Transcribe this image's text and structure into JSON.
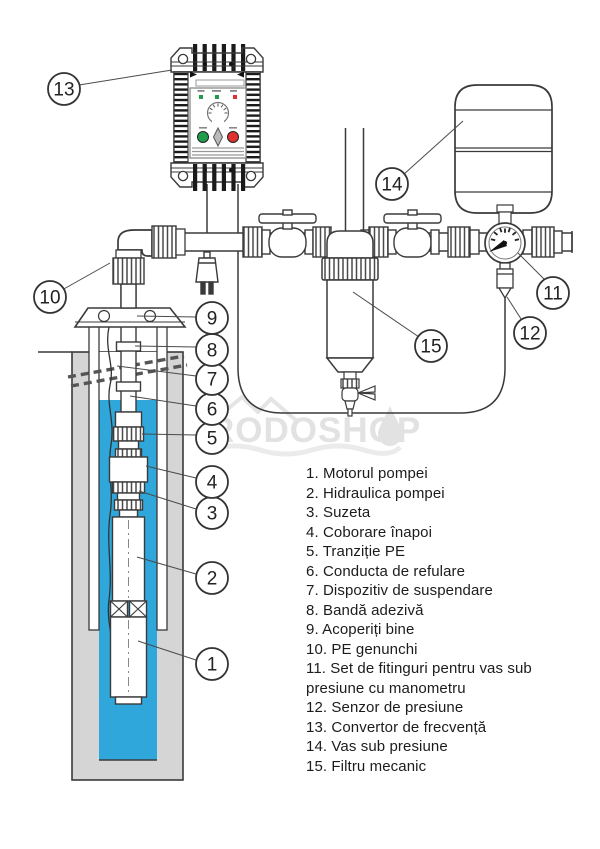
{
  "watermark": {
    "text": "RODOSHOP"
  },
  "callouts": [
    "1",
    "2",
    "3",
    "4",
    "5",
    "6",
    "7",
    "8",
    "9",
    "10",
    "11",
    "12",
    "13",
    "14",
    "15"
  ],
  "legend": {
    "items": [
      "1. Motorul pompei",
      "2. Hidraulica pompei",
      "3. Suzeta",
      "4. Coborare înapoi",
      "5. Tranziție PE",
      "6. Conducta de refulare",
      "7. Dispozitiv de suspendare",
      "8. Bandă adezivă",
      "9. Acoperiți bine",
      "10. PE genunchi",
      "11. Set de fitinguri pentru vas sub presiune cu manometru",
      "12. Senzor de presiune",
      "13. Convertor de frecvență",
      "14. Vas sub presiune",
      "15. Filtru mecanic"
    ]
  },
  "colors": {
    "water": "#2fa7da",
    "soil": "#d5d5d5",
    "outline": "#3a3a3a",
    "led_green": "#1f9d4d",
    "led_red": "#e03131",
    "watermark_gray": "#e2e2e2"
  }
}
